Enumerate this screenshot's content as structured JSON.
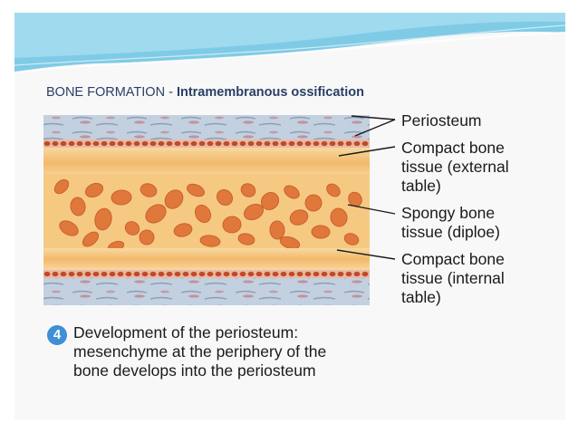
{
  "slide": {
    "title_prefix": "BONE FORMATION - ",
    "title_emphasis": "Intramembranous ossification"
  },
  "labels": [
    {
      "id": "periosteum",
      "text": "Periosteum"
    },
    {
      "id": "compact-external",
      "text": "Compact bone\ntissue (external\ntable)"
    },
    {
      "id": "spongy",
      "text": "Spongy bone\ntissue (diploe)"
    },
    {
      "id": "compact-internal",
      "text": "Compact bone\ntissue (internal\ntable)"
    }
  ],
  "step": {
    "number": "4",
    "caption": "Development of the periosteum:\nmesenchyme at the periphery of the\nbone develops into the periosteum"
  },
  "colors": {
    "accent": "#3f8fd6",
    "title": "#2a3f66",
    "periosteum": "#b9c6d6",
    "compact_bone": "#f6c77c",
    "spongy_marrow": "#e0783c",
    "osteocyte": "#c04a28"
  }
}
